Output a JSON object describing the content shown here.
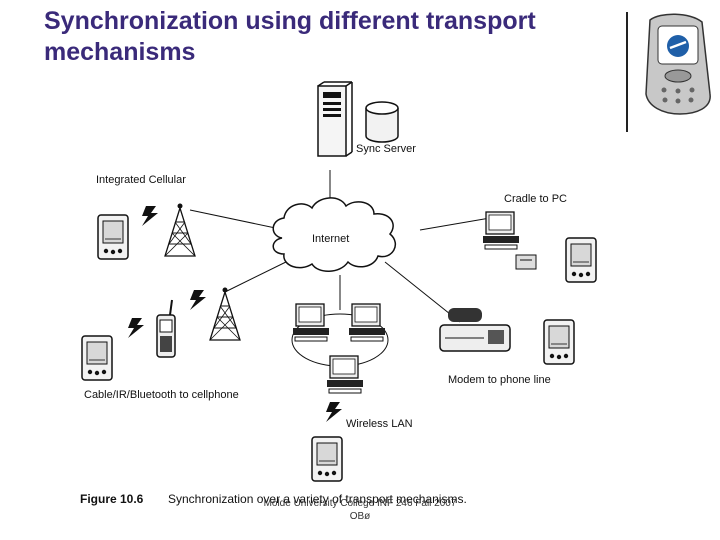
{
  "slide": {
    "title_line1": "Synchronization using different transport",
    "title_line2": "mechanisms",
    "colors": {
      "title": "#3a2a7a",
      "background": "#ffffff"
    }
  },
  "diagram": {
    "labels": {
      "sync_server": "Sync Server",
      "integrated_cellular": "Integrated Cellular",
      "internet": "Internet",
      "cradle": "Cradle to PC",
      "cable_ir": "Cable/IR/Bluetooth to cellphone",
      "modem": "Modem to phone line",
      "wireless_lan": "Wireless LAN"
    },
    "caption": {
      "figure": "Figure 10.6",
      "text": "Synchronization over a variety of transport mechanisms."
    }
  },
  "footer": {
    "line1": "Molde University College INF 246 Fall 2007",
    "line2": "OBø"
  },
  "icons": [
    "cellphone-icon",
    "server-icon",
    "database-icon",
    "cloud-icon",
    "cell-tower-icon",
    "pda-icon",
    "desktop-computer-icon",
    "telephone-icon",
    "lightning-icon"
  ]
}
